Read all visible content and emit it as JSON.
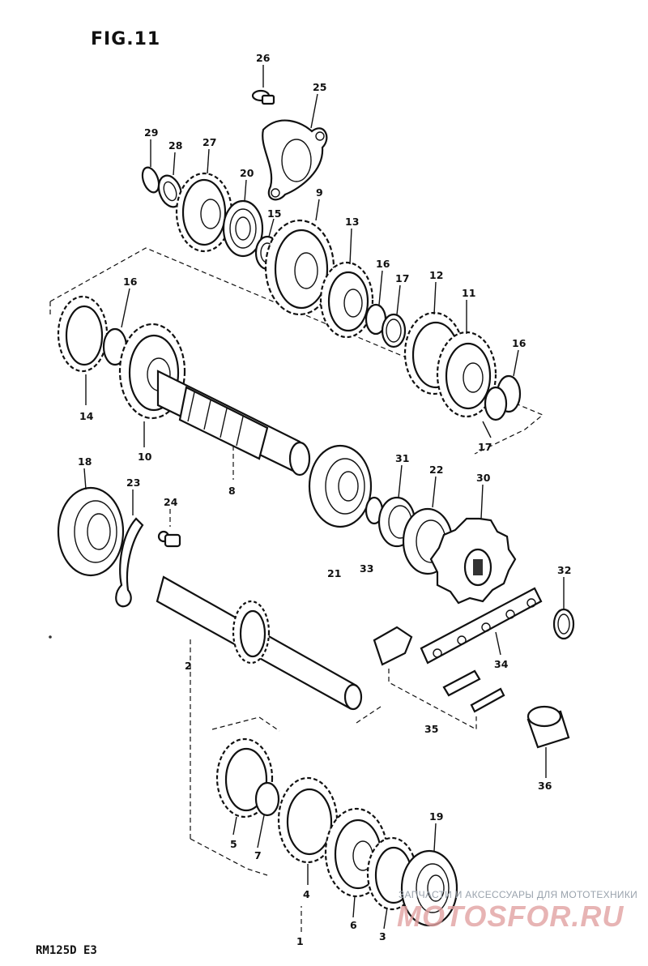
{
  "figure": {
    "title": "FIG.11",
    "model": "RM125D E3"
  },
  "watermark": {
    "text": "ЗАПЧАСТИ И АКСЕССУАРЫ ДЛЯ МОТОТЕХНИКИ",
    "logo": "MOTOSFOR.RU"
  },
  "parts": [
    {
      "n": "26"
    },
    {
      "n": "25"
    },
    {
      "n": "29"
    },
    {
      "n": "28"
    },
    {
      "n": "27"
    },
    {
      "n": "20"
    },
    {
      "n": "9"
    },
    {
      "n": "15"
    },
    {
      "n": "13"
    },
    {
      "n": "16"
    },
    {
      "n": "17"
    },
    {
      "n": "12"
    },
    {
      "n": "11"
    },
    {
      "n": "16"
    },
    {
      "n": "16"
    },
    {
      "n": "14"
    },
    {
      "n": "10"
    },
    {
      "n": "17"
    },
    {
      "n": "8"
    },
    {
      "n": "18"
    },
    {
      "n": "23"
    },
    {
      "n": "24"
    },
    {
      "n": "31"
    },
    {
      "n": "22"
    },
    {
      "n": "30"
    },
    {
      "n": "21"
    },
    {
      "n": "33"
    },
    {
      "n": "32"
    },
    {
      "n": "2"
    },
    {
      "n": "34"
    },
    {
      "n": "35"
    },
    {
      "n": "36"
    },
    {
      "n": "5"
    },
    {
      "n": "7"
    },
    {
      "n": "19"
    },
    {
      "n": "4"
    },
    {
      "n": "6"
    },
    {
      "n": "3"
    },
    {
      "n": "1"
    }
  ]
}
